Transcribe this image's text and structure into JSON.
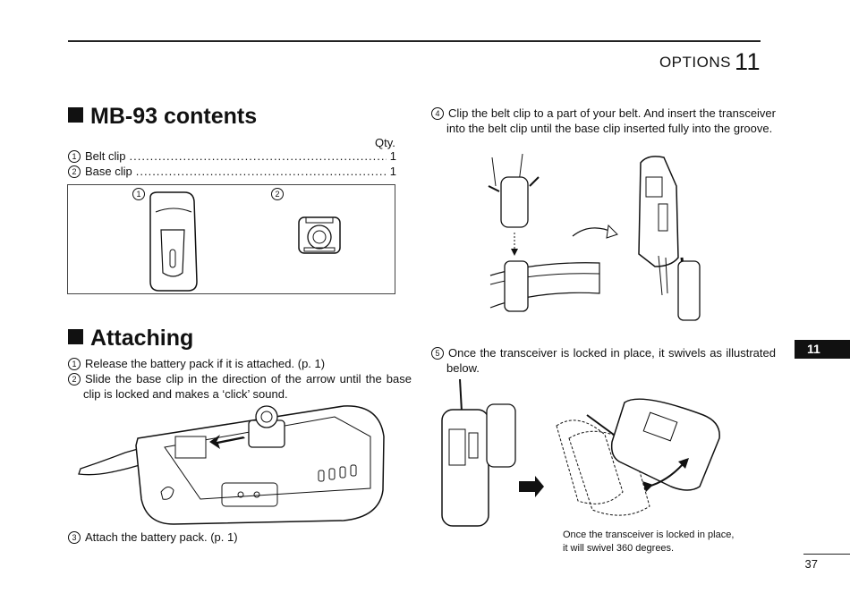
{
  "header": {
    "section_label": "OPTIONS",
    "chapter_number": "11"
  },
  "side_tab": "11",
  "page_number": "37",
  "contents": {
    "title": "MB-93 contents",
    "qty_label": "Qty.",
    "items": [
      {
        "num": "1",
        "name": "Belt clip",
        "qty": "1"
      },
      {
        "num": "2",
        "name": "Base clip",
        "qty": "1"
      }
    ],
    "figure_labels": [
      "1",
      "2"
    ]
  },
  "attaching": {
    "title": "Attaching",
    "step1": "Release the battery pack if it is attached. (p. 1)",
    "step2": "Slide the base clip in the direction of the arrow until the base clip is locked and makes a ‘click’ sound.",
    "step3": "Attach the battery pack. (p. 1)",
    "step4": "Clip the belt clip to a part of your belt. And insert the transceiver into the belt clip until the base clip inserted fully into the groove.",
    "step5": "Once the transceiver is locked in place, it swivels as illustrated below."
  },
  "swivel_caption_1": "Once the transceiver is locked in place,",
  "swivel_caption_2": "it will swivel 360 degrees."
}
